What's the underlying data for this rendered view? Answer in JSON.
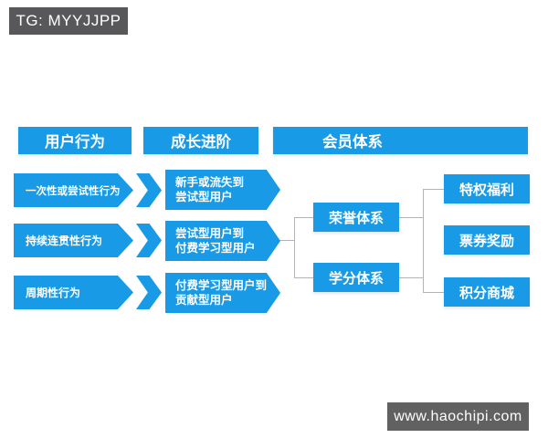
{
  "colors": {
    "primary": "#189ae6",
    "badge_bg": "#58585a",
    "site_bg": "#616161",
    "connector": "#b3b3b3"
  },
  "watermarks": {
    "tg": "TG: MYYJJPP",
    "site": "www.haochipi.com"
  },
  "headers": {
    "user_behavior": "用户行为",
    "growth_progression": "成长进阶",
    "membership_system": "会员体系"
  },
  "behavior_rows": [
    {
      "behavior": "一次性或尝试性行为",
      "growth_line1": "新手或流失到",
      "growth_line2": "尝试型用户"
    },
    {
      "behavior": "持续连贯性行为",
      "growth_line1": "尝试型用户到",
      "growth_line2": "付费学习型用户"
    },
    {
      "behavior": "周期性行为",
      "growth_line1": "付费学习型用户到",
      "growth_line2": "贡献型用户"
    }
  ],
  "membership": {
    "systems": [
      {
        "label": "荣誉体系"
      },
      {
        "label": "学分体系"
      }
    ],
    "benefits": [
      {
        "label": "特权福利"
      },
      {
        "label": "票券奖励"
      },
      {
        "label": "积分商城"
      }
    ]
  }
}
